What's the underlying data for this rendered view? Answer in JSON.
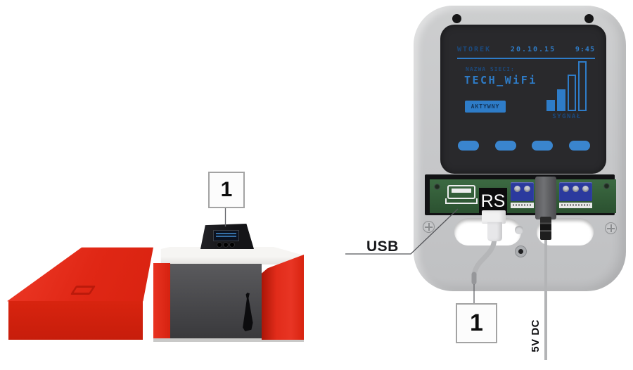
{
  "device": {
    "screen": {
      "day": "WTOREK",
      "date": "20.10.15",
      "time": "9:45",
      "network_label": "NAZWA SIECI:",
      "network_name": "TECH_WiFi",
      "status": "AKTYWNY",
      "signal": {
        "label": "SYGNAŁ",
        "level": 2,
        "total": 4,
        "bars": [
          {
            "filled": true,
            "height": 16
          },
          {
            "filled": true,
            "height": 31
          },
          {
            "filled": false,
            "height": 52
          },
          {
            "filled": false,
            "height": 71
          }
        ]
      },
      "soft_key_count": 4
    },
    "ports": {
      "rs_label": "RS"
    },
    "colors": {
      "accent_blue": "#2e7cc8",
      "dim_blue": "#1b4a7e",
      "panel_black": "#29292c",
      "case_gray": "#c7c8ca",
      "pcb_green": "#33583a",
      "terminal_blue": "#2b3a9e",
      "boiler_red": "#df2715"
    }
  },
  "callouts": {
    "module_number": "1",
    "cable_number": "1",
    "usb_label": "USB",
    "power_label": "5V DC"
  }
}
